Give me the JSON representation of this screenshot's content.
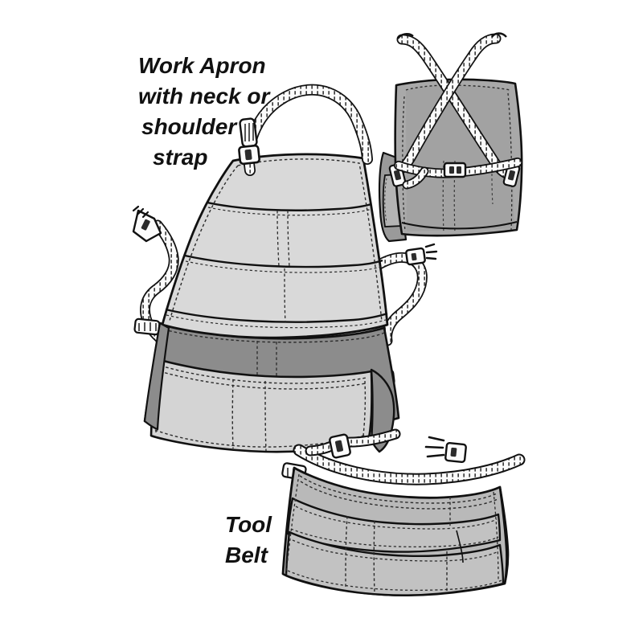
{
  "illustration": {
    "title": "Work Apron and Tool Belt technical flat illustration",
    "background_color": "#ffffff",
    "outline_color": "#111111",
    "stitch_color": "#1a1a1a"
  },
  "labels": {
    "apron": {
      "line1": "Work Apron",
      "line2": "with neck or",
      "line3": "shoulder",
      "line4": "strap"
    },
    "belt": {
      "line1": "Tool",
      "line2": "Belt"
    }
  },
  "colors": {
    "panel_light": "#d9d9d9",
    "panel_light_alt": "#d2d2d2",
    "panel_mid": "#bdbdbd",
    "panel_dark": "#8c8c8c",
    "panel_back": "#a9a9a9",
    "panel_back_dark": "#9a9a9a",
    "belt_body": "#b9b9b9",
    "belt_pocket": "#c2c2c2",
    "strap_fill": "#fbfbfb",
    "outline": "#111111",
    "white": "#ffffff"
  },
  "parts": {
    "front_apron": {
      "name": "Work Apron front view",
      "bib_panel": "upper bib panel",
      "chest_pocket_band": "chest pocket band",
      "mid_pocket_band": "middle pocket band",
      "skirt_panel": "lower skirt panel",
      "dark_waist_band": "dark pocket backing band",
      "tool_pocket": "large lower tool pocket",
      "neck_strap": "adjustable neck strap",
      "neck_slider": "neck strap slider buckle",
      "left_waist_strap": "left waist tie strap",
      "right_waist_strap": "right waist tie strap",
      "left_buckle": "left strap buckle",
      "right_buckle": "right strap buckle",
      "left_loop": "left side strap loop",
      "right_loop": "right side strap loop"
    },
    "back_apron": {
      "name": "Work Apron back view with crossed shoulder straps",
      "body_panel": "apron back body",
      "cross_strap_left": "left crossing shoulder strap",
      "cross_strap_right": "right crossing shoulder strap",
      "waist_belt": "waist belt with center buckle",
      "center_buckle": "center release buckle",
      "side_pocket": "side hammer pocket"
    },
    "tool_belt": {
      "name": "Tool Belt",
      "belt_strap": "belt webbing strap",
      "belt_buckle": "belt buckle",
      "pouch_body": "tool pouch body",
      "pouch_front": "front pocket panel",
      "pocket_divisions": "stitched pocket divisions",
      "loop_left": "left belt loop",
      "loop_right": "right belt loop"
    }
  }
}
